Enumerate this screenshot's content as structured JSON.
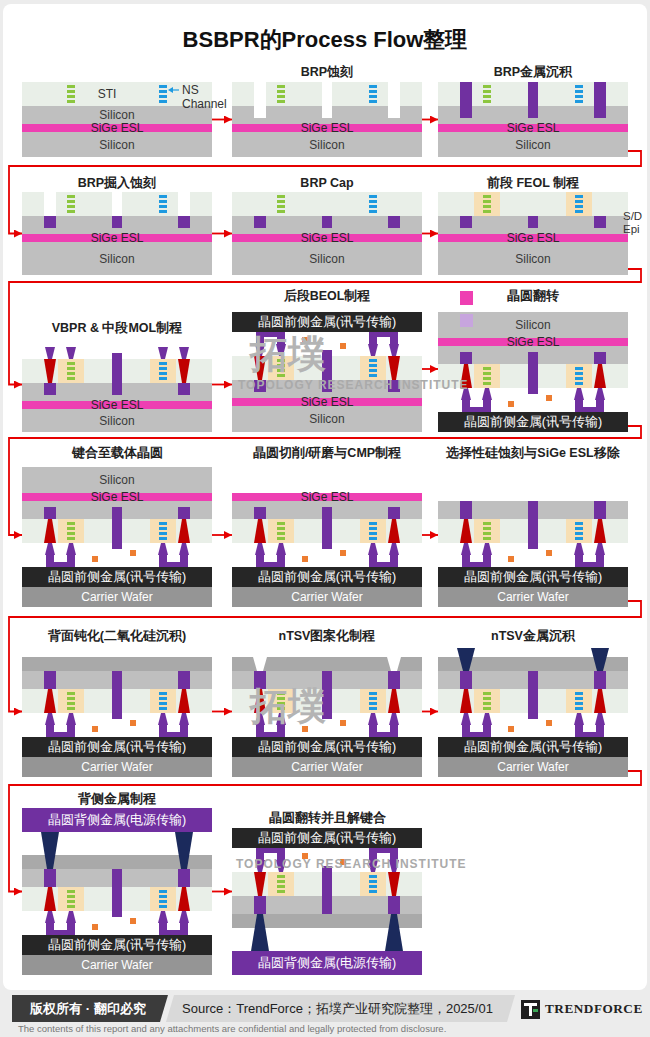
{
  "diagram": {
    "title": "BSBPR的Process Flow整理",
    "nodes": [
      {
        "text": [
          "STI"
        ]
      },
      {
        "text": [
          "BRP蚀刻"
        ]
      },
      {
        "text": [
          "BRP金属沉积"
        ]
      },
      {
        "text": [
          "BRP掘入蚀刻"
        ]
      },
      {
        "text": [
          "BRP Cap"
        ]
      },
      {
        "text": [
          "前段 FEOL 制程"
        ]
      },
      {
        "text": [
          "VBPR & 中段MOL制程"
        ]
      },
      {
        "text": [
          "后段BEOL制程"
        ]
      },
      {
        "text": [
          "晶圆翻转"
        ]
      },
      {
        "text": [
          "键合至载体晶圆"
        ]
      },
      {
        "text": [
          "晶圆切削/研磨与CMP制程"
        ]
      },
      {
        "text": [
          "选择性硅蚀刻与SiGe ESL移除"
        ]
      },
      {
        "text": [
          "背面钝化(二氧化硅沉积)"
        ]
      },
      {
        "text": [
          "nTSV图案化制程"
        ]
      },
      {
        "text": [
          "nTSV金属沉积"
        ]
      },
      {
        "text": [
          "背侧金属制程"
        ]
      },
      {
        "text": [
          "晶圆翻转并且解键合"
        ]
      }
    ],
    "edges": [
      {
        "from": 0,
        "to": 1,
        "arrow": "to"
      },
      {
        "from": 1,
        "to": 2,
        "arrow": "to"
      },
      {
        "from": 2,
        "to": 3,
        "arrow": "to"
      },
      {
        "from": 3,
        "to": 4,
        "arrow": "to"
      },
      {
        "from": 4,
        "to": 5,
        "arrow": "to"
      },
      {
        "from": 5,
        "to": 6,
        "arrow": "to"
      },
      {
        "from": 6,
        "to": 7,
        "arrow": "to"
      },
      {
        "from": 7,
        "to": 8,
        "arrow": "to"
      },
      {
        "from": 8,
        "to": 9,
        "arrow": "to"
      },
      {
        "from": 9,
        "to": 10,
        "arrow": "to"
      },
      {
        "from": 10,
        "to": 11,
        "arrow": "to"
      },
      {
        "from": 11,
        "to": 12,
        "arrow": "to"
      },
      {
        "from": 12,
        "to": 13,
        "arrow": "to"
      },
      {
        "from": 13,
        "to": 14,
        "arrow": "to"
      },
      {
        "from": 14,
        "to": 15,
        "arrow": "to"
      },
      {
        "from": 15,
        "to": 16,
        "arrow": "to"
      }
    ],
    "labels": [
      "NS Channel",
      "Silicon",
      "SiGe ESL",
      "Silicon",
      "SiGe ESL",
      "Silicon",
      "SiGe ESL",
      "Silicon",
      "SiGe ESL",
      "Silicon",
      "SiGe ESL",
      "Silicon",
      "S/D Epi",
      "SiGe ESL",
      "Silicon",
      "SiGe ESL",
      "Silicon",
      "晶圆前侧金属(讯号传输)",
      "SiGe ESL",
      "Silicon",
      "Silicon",
      "SiGe ESL",
      "晶圆前侧金属(讯号传输)",
      "Silicon",
      "SiGe ESL",
      "晶圆前侧金属(讯号传输)",
      "Carrier Wafer",
      "SiGe ESL",
      "晶圆前侧金属(讯号传输)",
      "Carrier Wafer",
      "晶圆前侧金属(讯号传输)",
      "Carrier Wafer",
      "晶圆前侧金属(讯号传输)",
      "Carrier Wafer",
      "晶圆前侧金属(讯号传输)",
      "Carrier Wafer",
      "晶圆前侧金属(讯号传输)",
      "Carrier Wafer",
      "晶圆背侧金属(电源传输)",
      "晶圆前侧金属(讯号传输)",
      "Carrier Wafer",
      "晶圆前侧金属(讯号传输)",
      "晶圆背侧金属(电源传输)",
      "拓墣",
      "TOPOLOGY RESEARCH INSTITUTE",
      "拓墣",
      "TOPOLOGY RESEARCH INSTITUTE",
      "版权所有 · 翻印必究",
      "Source：TrendForce；拓墣产业研究院整理，2025/01",
      "TRENDFORCE",
      "The contents of this report and any attachments are confidential and legally protected from disclosure."
    ]
  }
}
